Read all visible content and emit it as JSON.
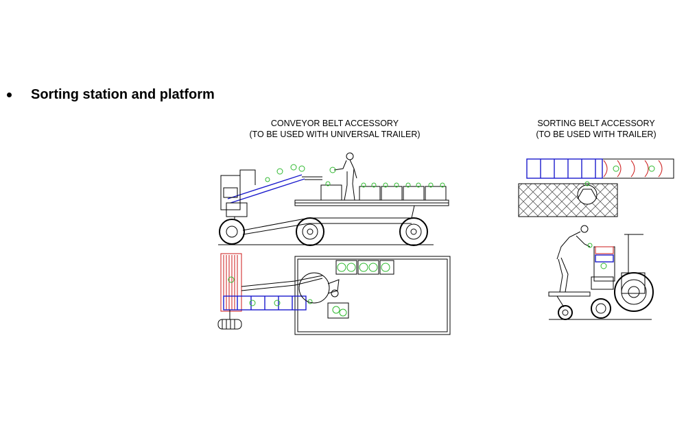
{
  "section": {
    "bullet": "•",
    "title": "Sorting station and platform"
  },
  "figures": {
    "conveyor": {
      "title_line1": "CONVEYOR BELT ACCESSORY",
      "title_line2": "(TO BE USED WITH UNIVERSAL TRAILER)"
    },
    "sorting": {
      "title_line1": "SORTING BELT ACCESSORY",
      "title_line2": "(TO BE USED WITH TRAILER)"
    }
  },
  "colors": {
    "belt": "#1a1acc",
    "roller": "#cc1a1a",
    "fruit": "#2db82d",
    "line": "#000000"
  }
}
